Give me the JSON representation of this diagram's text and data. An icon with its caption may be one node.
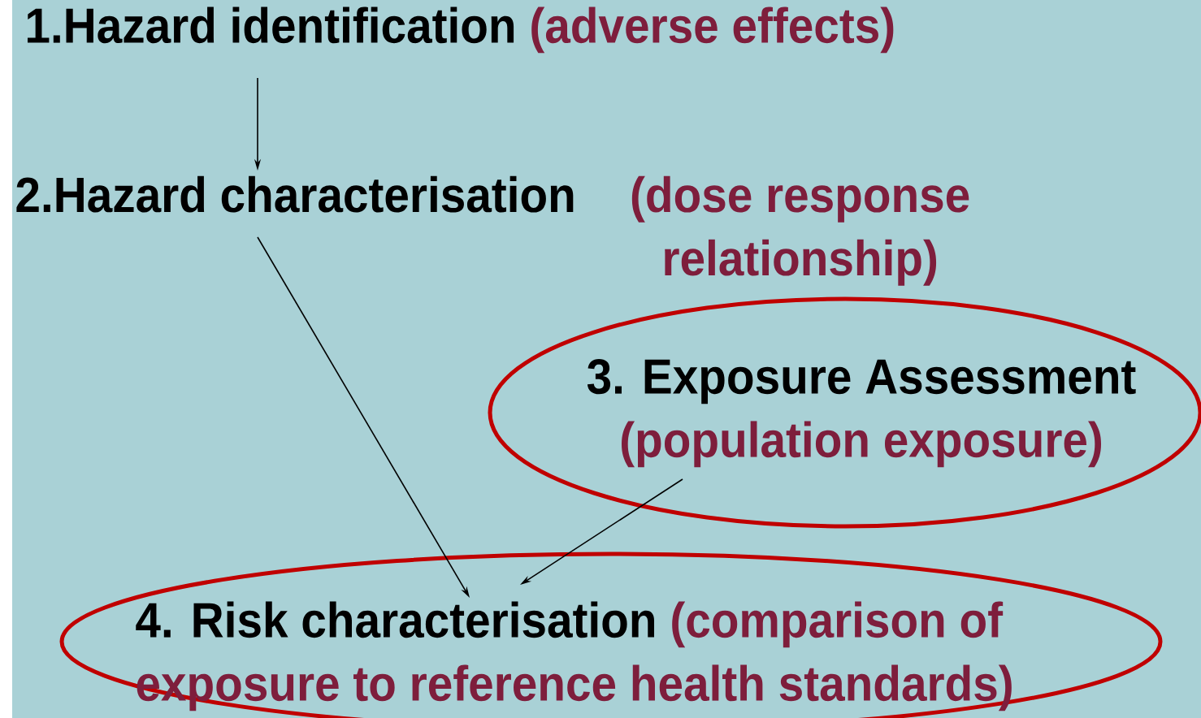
{
  "diagram": {
    "nodes": [
      {
        "text": [
          "1.Hazard identification",
          "(adverse effects)"
        ]
      },
      {
        "text": [
          "2.Hazard characterisation",
          "(dose response relationship)"
        ]
      },
      {
        "text": [
          "3. Exposure Assessment",
          "(population exposure)"
        ]
      },
      {
        "text": [
          "4. Risk characterisation",
          "(comparison of exposure to reference health standards)"
        ]
      }
    ],
    "edges": [
      {
        "from": 0,
        "to": 1,
        "arrow": "to"
      },
      {
        "from": 1,
        "to": 3,
        "arrow": "to"
      },
      {
        "from": 2,
        "to": 3,
        "arrow": "to"
      }
    ]
  }
}
